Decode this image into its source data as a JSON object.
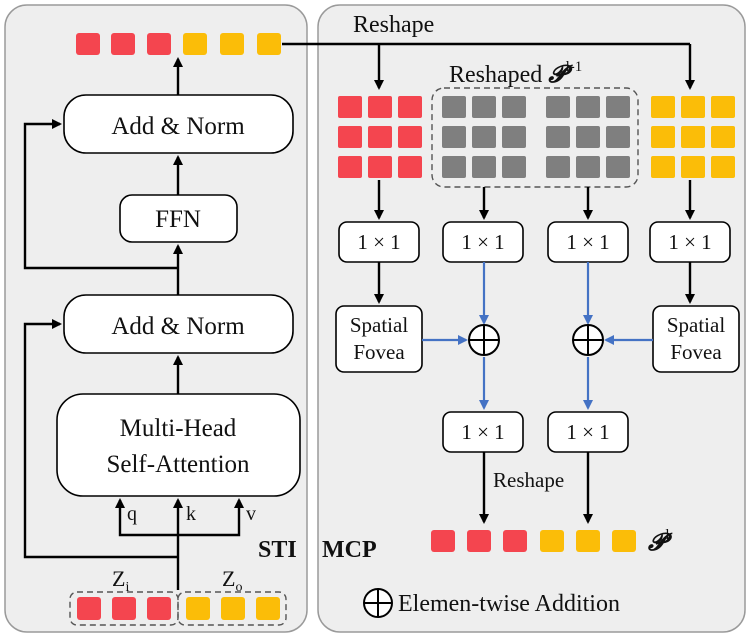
{
  "colors": {
    "red": "#f4454f",
    "yellow": "#fbbd08",
    "gray": "#7f7f7f",
    "blue_arrow": "#4472c4",
    "panel": "#eeeeee"
  },
  "left_panel": {
    "title": "STI",
    "add_norm_top": "Add & Norm",
    "ffn": "FFN",
    "add_norm_bottom": "Add & Norm",
    "mhsa_line1": "Multi-Head",
    "mhsa_line2": "Self-Attention",
    "q": "q",
    "k": "k",
    "v": "v",
    "zi_base": "Z",
    "zi_sub": "i",
    "zo_base": "Z",
    "zo_sub": "o"
  },
  "right_panel": {
    "title": "MCP",
    "reshape_top": "Reshape",
    "reshaped_base": "Reshaped ",
    "reshaped_sym": "𝓟",
    "reshaped_sup": "l-1",
    "conv": "1 × 1",
    "spatial": "Spatial",
    "fovea": "Fovea",
    "reshape_bottom": "Reshape",
    "output_sym": "𝓟",
    "output_sup": "l",
    "legend_symbol": "⊕",
    "legend_text": "Elemen-twise Addition"
  }
}
